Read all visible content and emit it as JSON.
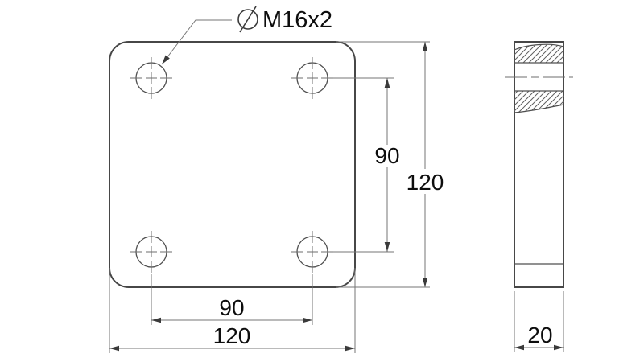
{
  "drawing": {
    "type": "technical-drawing",
    "part": "square mounting plate with four threaded holes, front view and side section view"
  },
  "callout": {
    "symbol": "diameter-symbol",
    "label": "M16x2"
  },
  "dimensions": {
    "hole_spacing_vertical": "90",
    "plate_height": "120",
    "hole_spacing_horizontal": "90",
    "plate_width": "120",
    "thickness": "20"
  },
  "colors": {
    "background": "#ffffff",
    "outline": "#474747",
    "dimension_lines": "#767676",
    "arrowheads": "#3a3a3a",
    "text": "#0d0d0d",
    "hatch": "#5f5f5f"
  }
}
